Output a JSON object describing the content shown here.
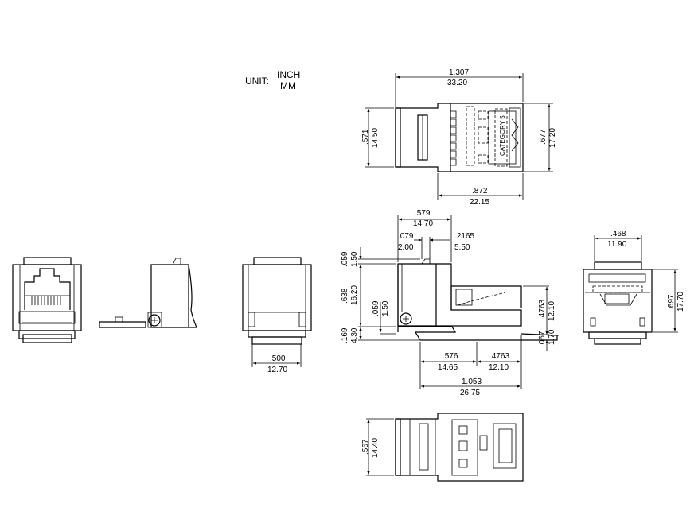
{
  "unit": {
    "label": "UNIT:",
    "inch": "INCH",
    "mm": "MM"
  },
  "top_view": {
    "overall_length": {
      "in": "1.307",
      "mm": "33.20"
    },
    "rear_width": {
      "in": ".571",
      "mm": "14.50"
    },
    "front_width": {
      "in": ".677",
      "mm": "17.20"
    },
    "front_length": {
      "in": ".872",
      "mm": "22.15"
    },
    "marking": "CATEGORY 5"
  },
  "side_view": {
    "top_width": {
      "in": ".579",
      "mm": "14.70"
    },
    "latch_width": {
      "in": ".079",
      "mm": "2.00"
    },
    "offset": {
      "in": ".2165",
      "mm": "5.50"
    },
    "latch_height": {
      "in": ".059",
      "mm": "1.50"
    },
    "body_height": {
      "in": ".638",
      "mm": "16.20"
    },
    "pivot_height": {
      "in": ".059",
      "mm": "1.50"
    },
    "base_height": {
      "in": ".169",
      "mm": "4.30"
    },
    "front_height": {
      "in": ".4763",
      "mm": "12.10"
    },
    "foot_height": {
      "in": ".067",
      "mm": "1.70"
    },
    "bottom_left": {
      "in": ".576",
      "mm": "14.65"
    },
    "bottom_right": {
      "in": ".4763",
      "mm": "12.10"
    },
    "overall_length": {
      "in": "1.053",
      "mm": "26.75"
    }
  },
  "rear_view": {
    "width": {
      "in": ".500",
      "mm": "12.70"
    }
  },
  "right_view": {
    "top_width": {
      "in": ".468",
      "mm": "11.90"
    },
    "height": {
      "in": ".697",
      "mm": "17.70"
    }
  },
  "bottom_view": {
    "width": {
      "in": ".567",
      "mm": "14.40"
    }
  }
}
